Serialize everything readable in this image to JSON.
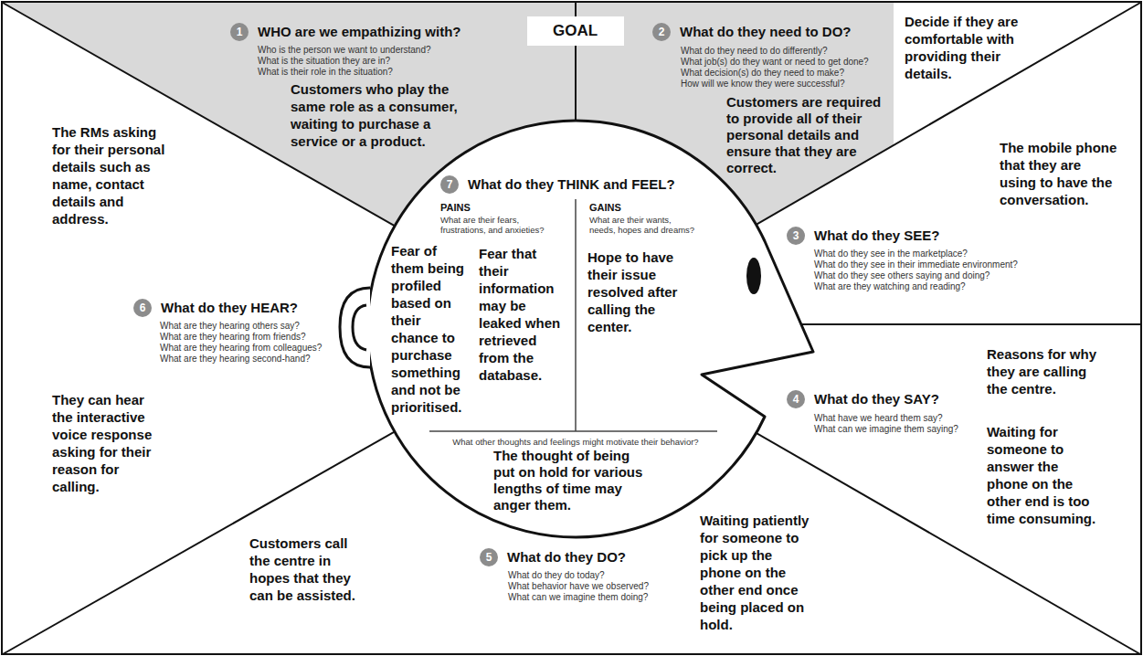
{
  "diagram": {
    "nodes": [
      {
        "text": [
          "GOAL"
        ]
      },
      {
        "text": [
          "1"
        ]
      },
      {
        "text": [
          "2"
        ]
      },
      {
        "text": [
          "3"
        ]
      },
      {
        "text": [
          "4"
        ]
      },
      {
        "text": [
          "5"
        ]
      },
      {
        "text": [
          "6"
        ]
      },
      {
        "text": [
          "What do they THINK and FEEL?",
          "PAINS",
          "What are their fears, frustrations, and anxieties?",
          "Fear of them being profiled based on their chance to purchase something and not be prioritised.",
          "Fear that their information may be leaked when retrieved from the database.",
          "GAINS",
          "What are their wants, needs, hopes and dreams?",
          "Hope to have their issue resolved after calling the center.",
          "What other thoughts and feelings might motivate their behavior?",
          "The thought of being put on hold for various lengths of time may anger them."
        ]
      },
      {
        "text": [
          "7"
        ],
        "in": 7
      }
    ],
    "labels": [
      "WHO are we empathizing with?",
      "Who is the person we want to understand?",
      "What is the situation they are in?",
      "What is their role in the situation?",
      "Customers who play the same role as a consumer, waiting to purchase a service or a product.",
      "What do they need to DO?",
      "What do they need to do differently?",
      "What job(s) do they want or need to get done?",
      "What decision(s) do they need to make?",
      "How will we know they were successful?",
      "Customers are required to provide all of their personal details and ensure that they are correct.",
      "Decide if they are comfortable with providing their details.",
      "What do they SEE?",
      "What do they see in the marketplace?",
      "What do they see in their immediate environment?",
      "What do they see others saying and doing?",
      "What are they watching and reading?",
      "The mobile phone that they are using to have the conversation.",
      "What do they SAY?",
      "What have we heard them say?",
      "What can we imagine them saying?",
      "Reasons for why they are calling the centre.",
      "Waiting for someone to answer the phone on the other end is too time consuming.",
      "What do they DO?",
      "What do they do today?",
      "What behavior have we observed?",
      "What can we imagine them doing?",
      "Customers call the centre in hopes that they can be assisted.",
      "Waiting patiently for someone to pick up the phone on the other end once being placed on hold.",
      "What do they HEAR?",
      "What are they hearing others say?",
      "What are they hearing from friends?",
      "What are they hearing from colleagues?",
      "What are they hearing second-hand?",
      "The RMs asking for their personal details such as name, contact details and address.",
      "They can hear the interactive voice response asking for their reason for calling."
    ]
  }
}
